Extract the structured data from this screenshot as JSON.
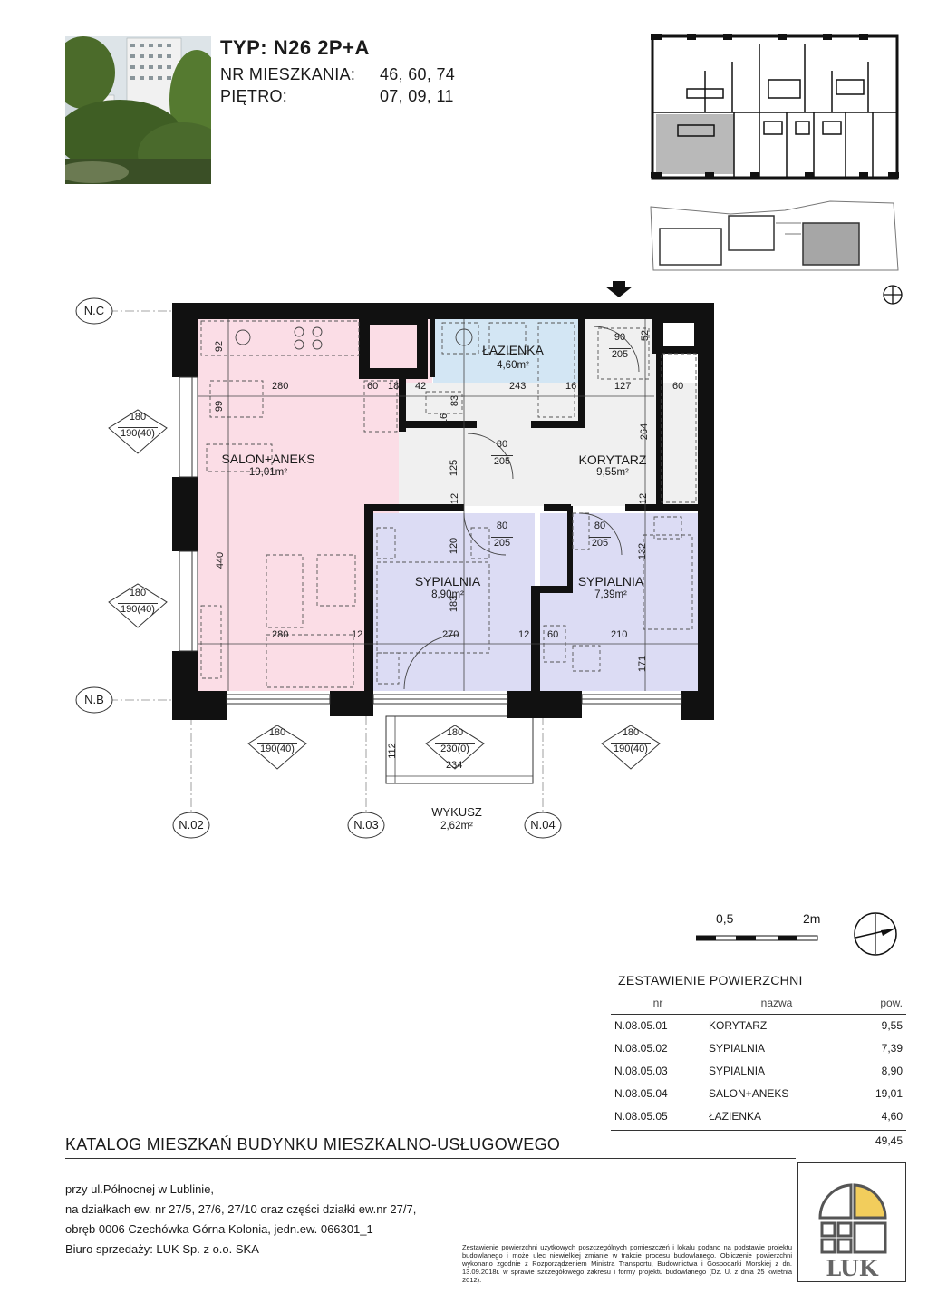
{
  "header": {
    "type_label": "TYP: N26 2P+A",
    "apartment_no_label": "NR MIESZKANIA:",
    "apartment_no_value": "46, 60, 74",
    "floor_label": "PIĘTRO:",
    "floor_value": "07, 09, 11"
  },
  "plan": {
    "axis_labels": {
      "nc": "N.C",
      "nb": "N.B",
      "n02": "N.02",
      "n03": "N.03",
      "n04": "N.04"
    },
    "rooms": {
      "salon": {
        "name": "SALON+ANEKS",
        "area": "19,01m²"
      },
      "lazienka": {
        "name": "ŁAZIENKA",
        "area": "4,60m²"
      },
      "korytarz": {
        "name": "KORYTARZ",
        "area": "9,55m²"
      },
      "sypialnia1": {
        "name": "SYPIALNIA",
        "area": "8,90m²"
      },
      "sypialnia2": {
        "name": "SYPIALNIA",
        "area": "7,39m²"
      },
      "wykusz": {
        "name": "WYKUSZ",
        "area": "2,62m²"
      }
    },
    "dims": {
      "d92": "92",
      "d280a": "280",
      "d60a": "60",
      "d18": "18",
      "d42": "42",
      "d243": "243",
      "d16": "16",
      "d127": "127",
      "d60b": "60",
      "d99": "99",
      "d83": "83",
      "d16b": "16",
      "d125": "125",
      "d264": "264",
      "d12a": "12",
      "d12b": "12",
      "d52": "52",
      "d120": "120",
      "d183": "183",
      "d132": "132",
      "d440": "440",
      "d280b": "280",
      "d12c": "12",
      "d270": "270",
      "d12d": "12",
      "d60c": "60",
      "d210": "210",
      "d171": "171",
      "d112": "112",
      "d234": "234"
    },
    "doors": {
      "entry": {
        "w": "90",
        "h": "205"
      },
      "bath": {
        "w": "80",
        "h": "205"
      },
      "bed1": {
        "w": "80",
        "h": "205"
      },
      "bed2": {
        "w": "80",
        "h": "205"
      }
    },
    "windows": {
      "left_top": {
        "w": "180",
        "h": "190(40)"
      },
      "left_bottom": {
        "w": "180",
        "h": "190(40)"
      },
      "bottom_left": {
        "w": "180",
        "h": "190(40)"
      },
      "bottom_mid": {
        "w": "180",
        "h": "230(0)"
      },
      "bottom_right": {
        "w": "180",
        "h": "190(40)"
      }
    }
  },
  "scale": {
    "left": "0,5",
    "right": "2m"
  },
  "summary": {
    "title": "ZESTAWIENIE POWIERZCHNI",
    "headers": {
      "nr": "nr",
      "nazwa": "nazwa",
      "pow": "pow."
    },
    "rows": [
      {
        "nr": "N.08.05.01",
        "nazwa": "KORYTARZ",
        "pow": "9,55"
      },
      {
        "nr": "N.08.05.02",
        "nazwa": "SYPIALNIA",
        "pow": "7,39"
      },
      {
        "nr": "N.08.05.03",
        "nazwa": "SYPIALNIA",
        "pow": "8,90"
      },
      {
        "nr": "N.08.05.04",
        "nazwa": "SALON+ANEKS",
        "pow": "19,01"
      },
      {
        "nr": "N.08.05.05",
        "nazwa": "ŁAZIENKA",
        "pow": "4,60"
      }
    ],
    "total": "49,45"
  },
  "footer": {
    "catalog_title": "KATALOG MIESZKAŃ BUDYNKU MIESZKALNO-USŁUGOWEGO",
    "address_lines": [
      "przy ul.Północnej w Lublinie,",
      "na działkach ew. nr 27/5, 27/6, 27/10 oraz części działki ew.nr 27/7,",
      "obręb 0006 Czechówka Górna Kolonia, jedn.ew. 066301_1",
      "Biuro sprzedaży: LUK Sp. z o.o. SKA"
    ],
    "note": "Zestawienie powierzchni użytkowych poszczególnych pomieszczeń i lokalu podano na podstawie projektu budowlanego i może ulec niewielkiej zmianie w trakcie procesu budowlanego. Obliczenie powierzchni wykonano zgodnie z Rozporządzeniem Ministra Transportu, Budownictwa i Gospodarki Morskiej z dn. 13.09.2018r. w sprawie szczegółowego zakresu i formy projektu budowlanego (Dz. U. z dnia 25 kwietnia 2012).",
    "logo_text": "LUK"
  },
  "colors": {
    "salon": "#fbdde6",
    "lazienka": "#d3e6f4",
    "korytarz": "#f0f0f0",
    "sypialnia": "#dcdcf4",
    "wall": "#111111",
    "logo_yellow": "#f2cd5c"
  }
}
